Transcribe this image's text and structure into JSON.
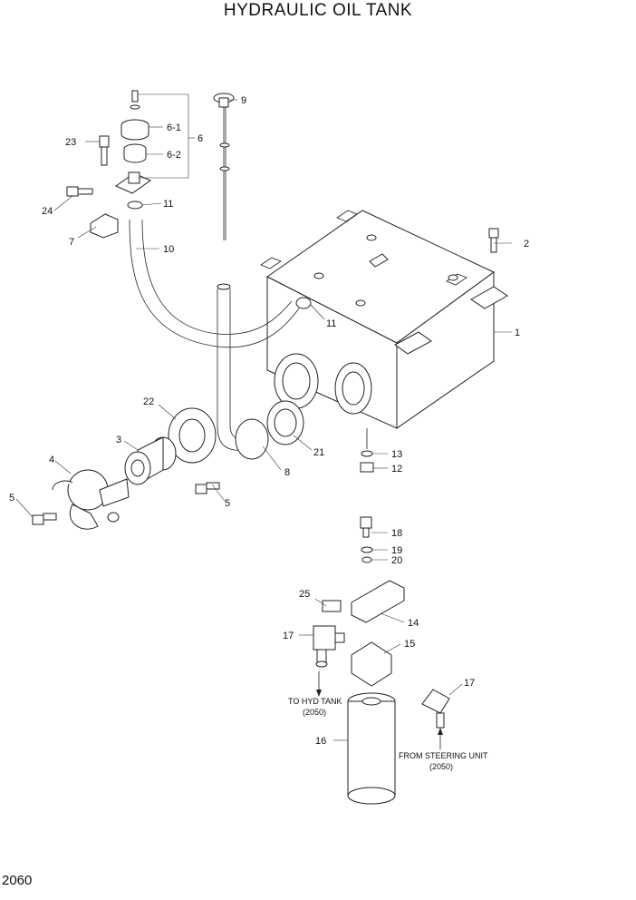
{
  "title": "HYDRAULIC OIL TANK",
  "page_number": "2060",
  "callouts": {
    "c1": "1",
    "c2": "2",
    "c3": "3",
    "c4": "4",
    "c5a": "5",
    "c5b": "5",
    "c6": "6",
    "c6_1": "6-1",
    "c6_2": "6-2",
    "c7": "7",
    "c8": "8",
    "c9": "9",
    "c10": "10",
    "c11a": "11",
    "c11b": "11",
    "c12": "12",
    "c13": "13",
    "c14": "14",
    "c15": "15",
    "c16": "16",
    "c17a": "17",
    "c17b": "17",
    "c18": "18",
    "c19": "19",
    "c20": "20",
    "c21": "21",
    "c22": "22",
    "c23": "23",
    "c24": "24",
    "c25": "25"
  },
  "notes": {
    "to_hyd_tank": "TO HYD TANK",
    "to_hyd_tank_ref": "(2050)",
    "from_steering": "FROM STEERING UNIT",
    "from_steering_ref": "(2050)"
  }
}
